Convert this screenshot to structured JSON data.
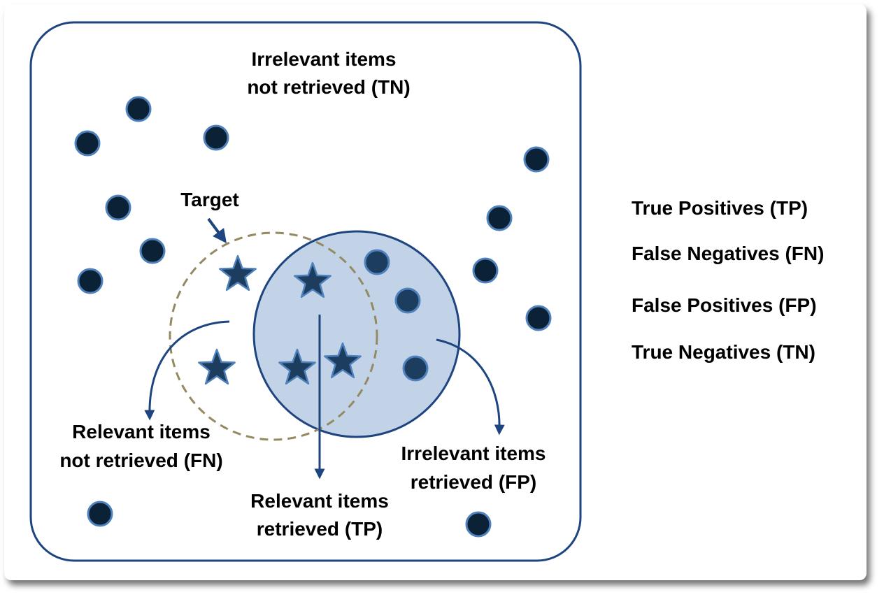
{
  "labels": {
    "tn_line1": "Irrelevant items",
    "tn_line2": "not retrieved (TN)",
    "target": "Target",
    "fn_line1": "Relevant items",
    "fn_line2": "not retrieved (FN)",
    "tp_line1": "Relevant items",
    "tp_line2": "retrieved (TP)",
    "fp_line1": "Irrelevant items",
    "fp_line2": "retrieved (FP)"
  },
  "legend": {
    "tp": "True Positives (TP)",
    "fn": "False Negatives (FN)",
    "fp": "False Positives (FP)",
    "tn": "True Negatives (TN)"
  },
  "colors": {
    "frame": "#1e4580",
    "retrieved_fill": "#c2d3e8",
    "dot_fill": "#0b2136",
    "dot_inner_fill": "#1d3d5f",
    "dot_stroke": "#4f81bd",
    "target_circle": "#938a62",
    "star_fill": "#1d3d5f"
  }
}
